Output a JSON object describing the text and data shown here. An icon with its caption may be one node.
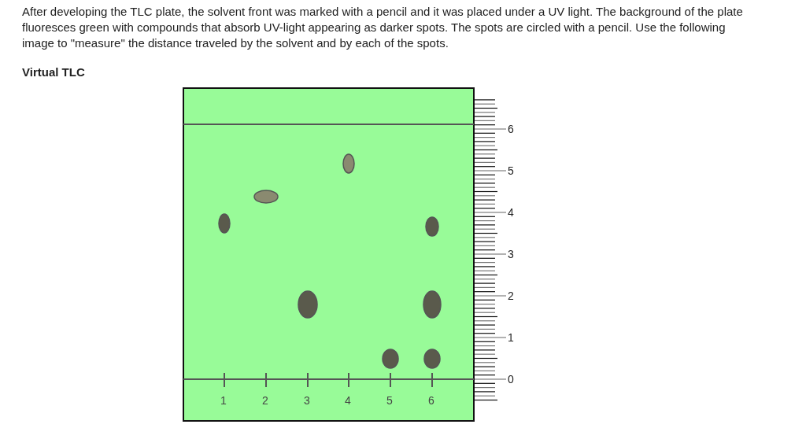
{
  "diagram": {
    "title": "Virtual TLC",
    "labels": [
      "After developing the TLC plate, the solvent front was marked with a pencil and it was placed under a UV light. The background of the plate fluoresces green with compounds that absorb UV-light appearing as darker spots. The spots are circled with a pencil. Use the following image to \"measure\" the distance traveled by the solvent and by each of the spots.",
      "6",
      "5",
      "4",
      "3",
      "2",
      "1",
      "0",
      "1",
      "2",
      "3",
      "4",
      "5",
      "6"
    ]
  }
}
